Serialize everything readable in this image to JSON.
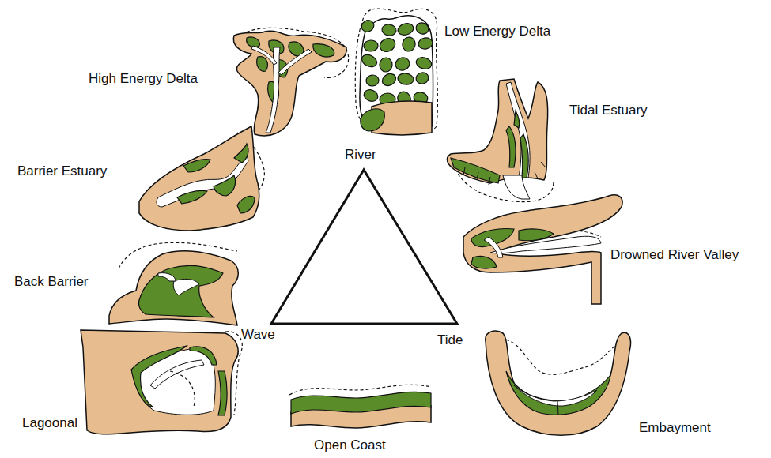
{
  "diagram": {
    "labels": [
      "High Energy Delta",
      "Low Energy Delta",
      "River",
      "Tidal Estuary",
      "Barrier Estuary",
      "Drowned River Valley",
      "Back Barrier",
      "Wave",
      "Tide",
      "Lagoonal",
      "Embayment",
      "Open Coast"
    ]
  }
}
